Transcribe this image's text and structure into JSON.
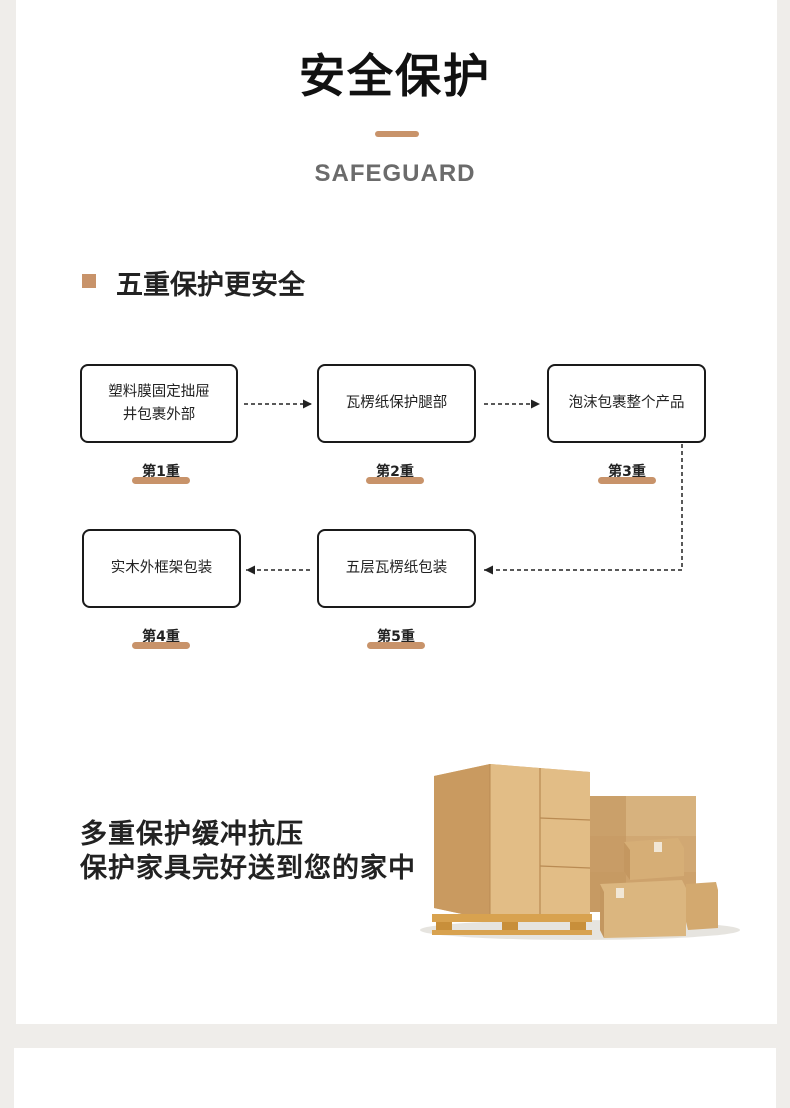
{
  "header": {
    "title": "安全保护",
    "subtitle": "SAFEGUARD"
  },
  "section": {
    "title": "五重保护更安全"
  },
  "steps": [
    {
      "text_line1": "塑料膜固定拙屉",
      "text_line2": "井包裹外部",
      "label": "第1重"
    },
    {
      "text_line1": "瓦楞纸保护腿部",
      "text_line2": "",
      "label": "第2重"
    },
    {
      "text_line1": "泡沫包裹整个产品",
      "text_line2": "",
      "label": "第3重"
    },
    {
      "text_line1": "实木外框架包装",
      "text_line2": "",
      "label": "第4重"
    },
    {
      "text_line1": "五层瓦楞纸包装",
      "text_line2": "",
      "label": "第5重"
    }
  ],
  "tagline": {
    "line1": "多重保护缓冲抗压",
    "line2": "保护家具完好送到您的家中"
  },
  "colors": {
    "accent": "#c8936a",
    "box_border": "#1a1a1a",
    "page_bg": "#efedea"
  }
}
